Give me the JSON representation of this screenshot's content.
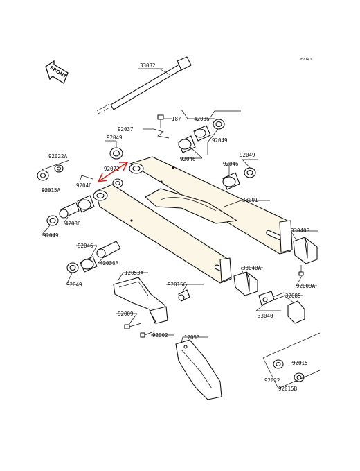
{
  "figure_code": "F2141",
  "front_label": "FRONT",
  "colors": {
    "arrow": "#e0201b",
    "line": "#111111",
    "tint": "#fbf6e6"
  },
  "labels": {
    "p33032": "33032",
    "p187": "187",
    "p42036_top": "42036",
    "p92037": "92037",
    "p92049_top": "92049",
    "p92049_left": "92049",
    "p92046_top": "92046",
    "p92049_right": "92049",
    "p92022A": "92022A",
    "p92015A": "92015A",
    "p92072": "92072",
    "p92046_right": "92046",
    "p92046_left": "92046",
    "p33001": "33001",
    "p42036_left": "42036",
    "p92049_left2": "92049",
    "p33040B": "33040B",
    "p92046_mid": "92046",
    "p42036A": "42036A",
    "p33040A": "33040A",
    "p12053A": "12053A",
    "p92049_bot": "92049",
    "p92015C": "92015C",
    "p92009A": "92009A",
    "p32085": "32085",
    "p33040": "33040",
    "p92009": "92009",
    "p92002": "92002",
    "p12053": "12053",
    "p92015": "92015",
    "p92022": "92022",
    "p92015B": "92015B"
  }
}
